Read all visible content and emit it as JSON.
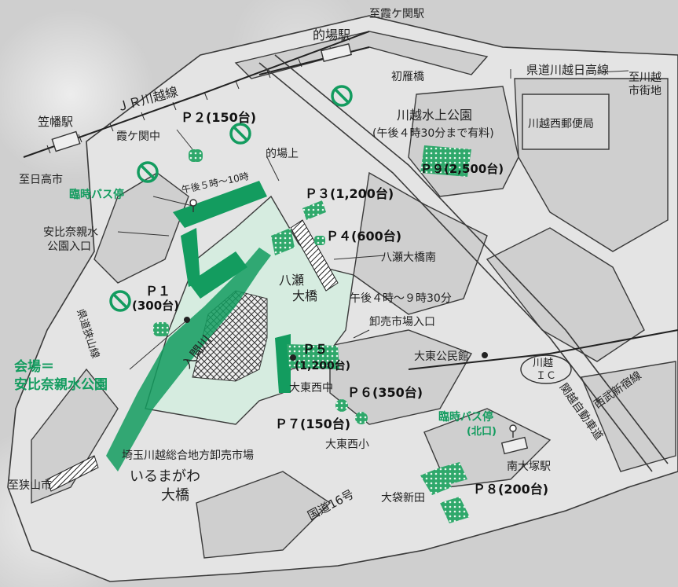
{
  "colors": {
    "background": "#cfcfcf",
    "road_fill": "#e4e4e4",
    "road_outline": "#3a3a3a",
    "park": "#d6ece0",
    "accent_green": "#139c5f",
    "parking_dots": "#2fa86b",
    "text": "#222222"
  },
  "labels": {
    "to_kasumigaseki_station": "至霞ケ関駅",
    "matoba_station": "的場駅",
    "kasahata_station": "笠幡駅",
    "jr_kawagoe_line": "ＪＲ川越線",
    "to_hidaka": "至日高市",
    "kasumigaseki_naka": "霞ケ関中",
    "p2": "Ｐ２(150台)",
    "matoba_kami": "的場上",
    "afternoon_5_10": "午後５時～10時",
    "temp_bus_stop": "臨時バス停",
    "abina_entrance_1": "安比奈親水",
    "abina_entrance_2": "公園入口",
    "hatsukari_bridge": "初雁橋",
    "prefectural_road": "県道川越日高線",
    "to_kawagoe_1": "至川越",
    "to_kawagoe_2": "市街地",
    "water_park_1": "川越水上公園",
    "water_park_2": "(午後４時30分まで有料)",
    "kawagoe_west_post": "川越西郵便局",
    "p9": "Ｐ９(2,500台)",
    "p3": "Ｐ３(1,200台)",
    "p4": "Ｐ４(600台)",
    "yase_bridge_south": "八瀬大橋南",
    "yase_1": "八瀬",
    "yase_2": "大橋",
    "afternoon_4_930": "午後４時～９時30分",
    "market_entrance": "卸売市場入口",
    "p1_a": "Ｐ１",
    "p1_b": "(300台)",
    "iruma_river": "入間川",
    "pref_road_sayama": "県道狭山線",
    "p5_a": "Ｐ５",
    "p5_b": "(1,200台)",
    "daito_kominkan": "大東公民館",
    "kawagoe_ic_1": "川越",
    "kawagoe_ic_2": "ＩＣ",
    "venue_1": "会場＝",
    "venue_2": "安比奈親水公園",
    "daito_nishi_chu": "大東西中",
    "p6": "Ｐ６(350台)",
    "seibu_line": "西武新宿線",
    "kanetsu_expressway": "関越自動車道",
    "p7": "Ｐ７(150台)",
    "daito_nishi_sho": "大東西小",
    "temp_bus_stop_north": "臨時バス停",
    "north_exit": "(北口)",
    "minami_otsuka_station": "南大塚駅",
    "market_name": "埼玉川越総合地方卸売市場",
    "to_sayama": "至狭山市",
    "irumagawa_bridge_1": "いるまがわ",
    "irumagawa_bridge_2": "大橋",
    "route16": "国道16号",
    "obukuro_shinden": "大袋新田",
    "p8": "Ｐ８(200台)"
  },
  "icons": {
    "no_entry": "no-entry-icon",
    "bus_stop": "bus-stop-icon",
    "post_office": "dot-icon"
  }
}
